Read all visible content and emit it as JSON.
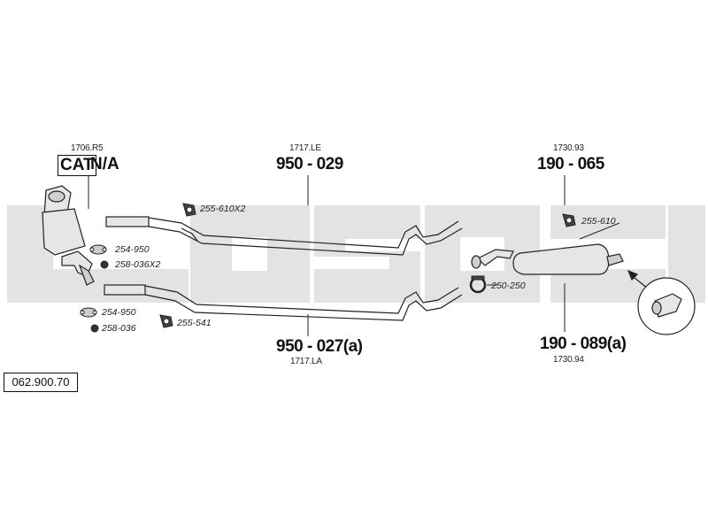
{
  "diagram": {
    "reference_number": "062.900.70",
    "watermark": "bosal",
    "catalyst": {
      "code": "1706.R5",
      "label_boxed": "CAT",
      "label_rest": "N/A"
    },
    "front_pipe": {
      "code": "1717.LE",
      "part_number": "950 - 029"
    },
    "front_pipe_alt": {
      "code": "1717.LA",
      "part_number": "950 - 027(a)"
    },
    "rear_silencer": {
      "code": "1730.93",
      "part_number": "190 - 065"
    },
    "rear_silencer_alt": {
      "code": "1730.94",
      "part_number": "190 - 089(a)"
    },
    "accessories": {
      "gasket_top": "254-950",
      "nut_top": "258-036X2",
      "hanger_top": "255-610X2",
      "gasket_bottom": "254-950",
      "nut_bottom": "258-036",
      "hanger_bottom": "255-541",
      "hanger_rear": "255-610",
      "clamp": "250-250"
    },
    "colors": {
      "line": "#222222",
      "part_fill": "#e6e6e6",
      "watermark": "#e3e3e3"
    }
  }
}
